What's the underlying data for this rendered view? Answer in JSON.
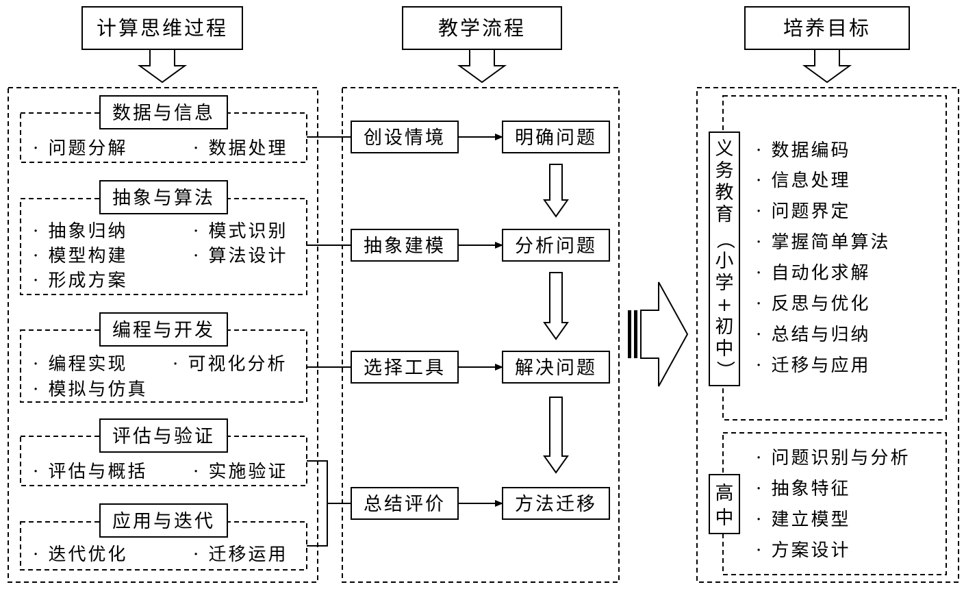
{
  "headers": {
    "left": "计算思维过程",
    "middle": "教学流程",
    "right": "培养目标"
  },
  "left_groups": [
    {
      "title": "数据与信息",
      "items": [
        "· 问题分解",
        "· 数据处理"
      ]
    },
    {
      "title": "抽象与算法",
      "items": [
        "· 抽象归纳",
        "· 模式识别",
        "· 模型构建",
        "· 算法设计",
        "· 形成方案"
      ]
    },
    {
      "title": "编程与开发",
      "items": [
        "· 编程实现",
        "· 可视化分析",
        "· 模拟与仿真"
      ]
    },
    {
      "title": "评估与验证",
      "items": [
        "· 评估与概括",
        "· 实施验证"
      ]
    },
    {
      "title": "应用与迭代",
      "items": [
        "· 迭代优化",
        "· 迁移运用"
      ]
    }
  ],
  "flow": [
    {
      "step": "创设情境",
      "result": "明确问题"
    },
    {
      "step": "抽象建模",
      "result": "分析问题"
    },
    {
      "step": "选择工具",
      "result": "解决问题"
    },
    {
      "step": "总结评价",
      "result": "方法迁移"
    }
  ],
  "goals": {
    "compulsory": {
      "label_chars": [
        "义",
        "务",
        "教",
        "育",
        "（",
        "小",
        "学",
        "+",
        "初",
        "中",
        "）"
      ],
      "items": [
        "· 数据编码",
        "· 信息处理",
        "· 问题界定",
        "· 掌握简单算法",
        "· 自动化求解",
        "· 反思与优化",
        "· 总结与归纳",
        "· 迁移与应用"
      ]
    },
    "high_school": {
      "label_chars": [
        "高",
        "中"
      ],
      "items": [
        "· 问题识别与分析",
        "· 抽象特征",
        "· 建立模型",
        "· 方案设计"
      ]
    }
  }
}
